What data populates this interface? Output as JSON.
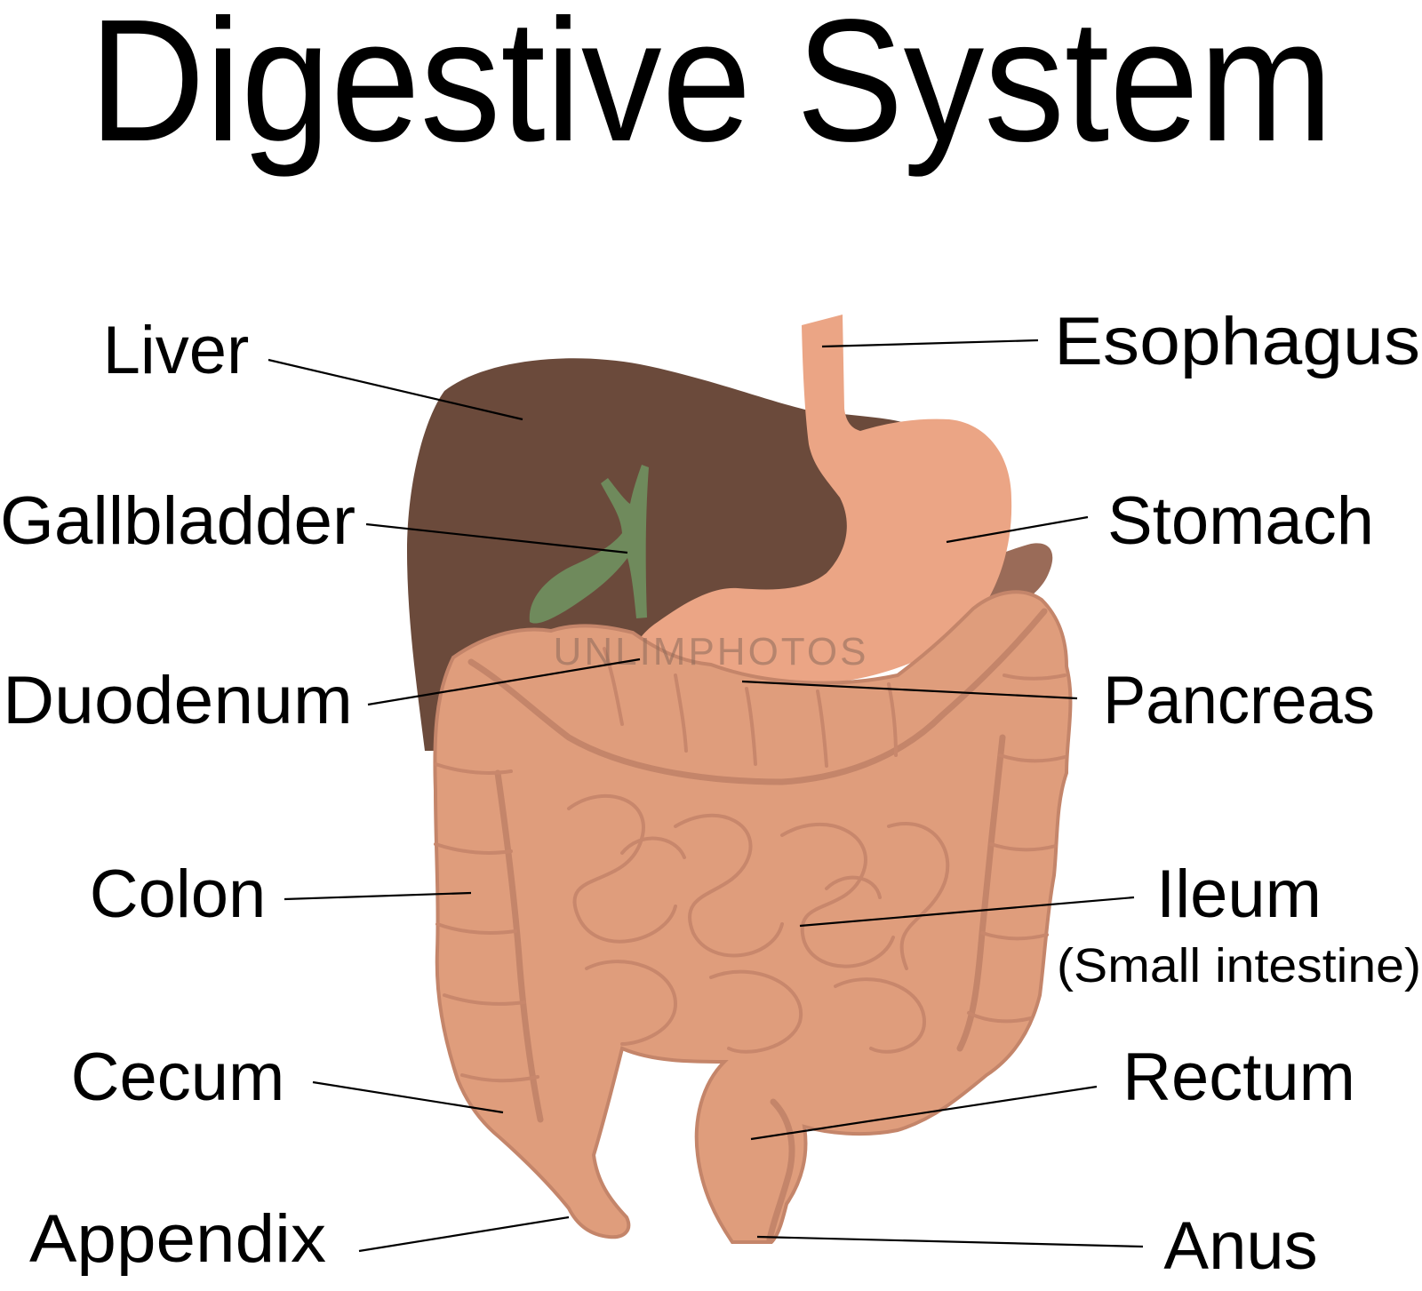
{
  "title": "Digestive System",
  "watermark": "UNLIMPHOTOS",
  "colors": {
    "liver": "#6b4a3b",
    "gallbladder": "#6f8a5c",
    "stomach": "#eba585",
    "pancreas": "#9a6b58",
    "intestine": "#df9d7c",
    "outline": "#c4856a"
  },
  "labels": {
    "liver": "Liver",
    "gallbladder": "Gallbladder",
    "duodenum": "Duodenum",
    "colon": "Colon",
    "cecum": "Cecum",
    "appendix": "Appendix",
    "esophagus": "Esophagus",
    "stomach": "Stomach",
    "pancreas": "Pancreas",
    "ileum": "Ileum",
    "ileum_note": "(Small intestine)",
    "rectum": "Rectum",
    "anus": "Anus"
  }
}
